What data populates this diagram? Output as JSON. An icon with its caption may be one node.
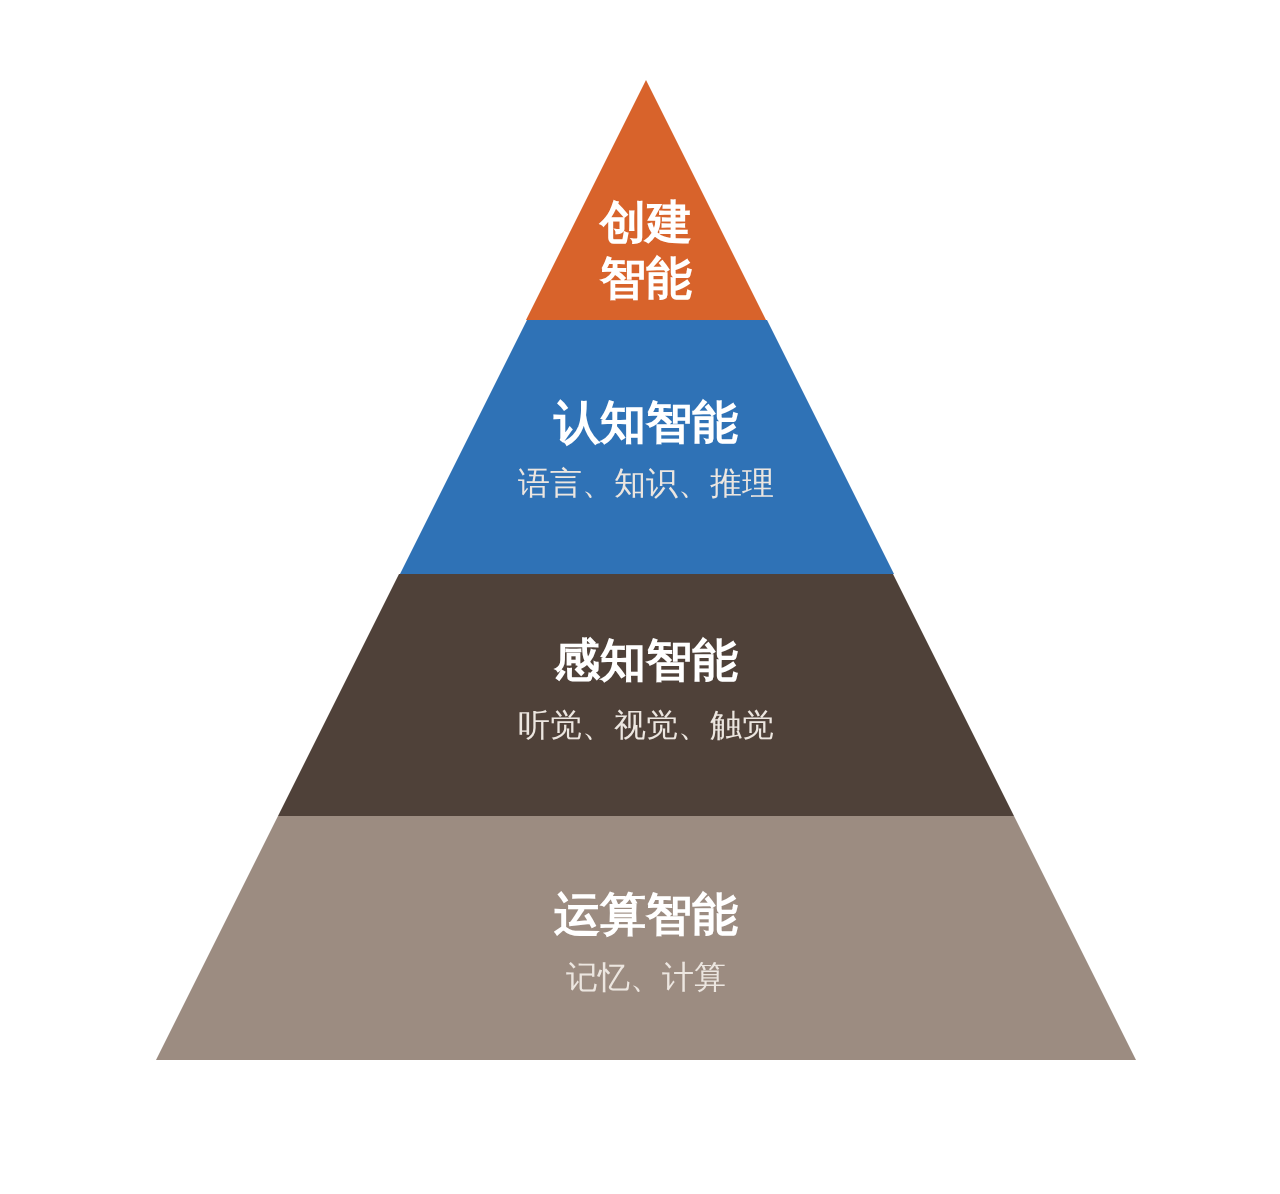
{
  "diagram": {
    "nodes": [
      {
        "text": [
          "创建智能"
        ]
      },
      {
        "text": [
          "认知智能",
          "语言、知识、推理"
        ]
      },
      {
        "text": [
          "感知智能",
          "听觉、视觉、触觉"
        ]
      },
      {
        "text": [
          "运算智能",
          "记忆、计算"
        ]
      }
    ]
  }
}
